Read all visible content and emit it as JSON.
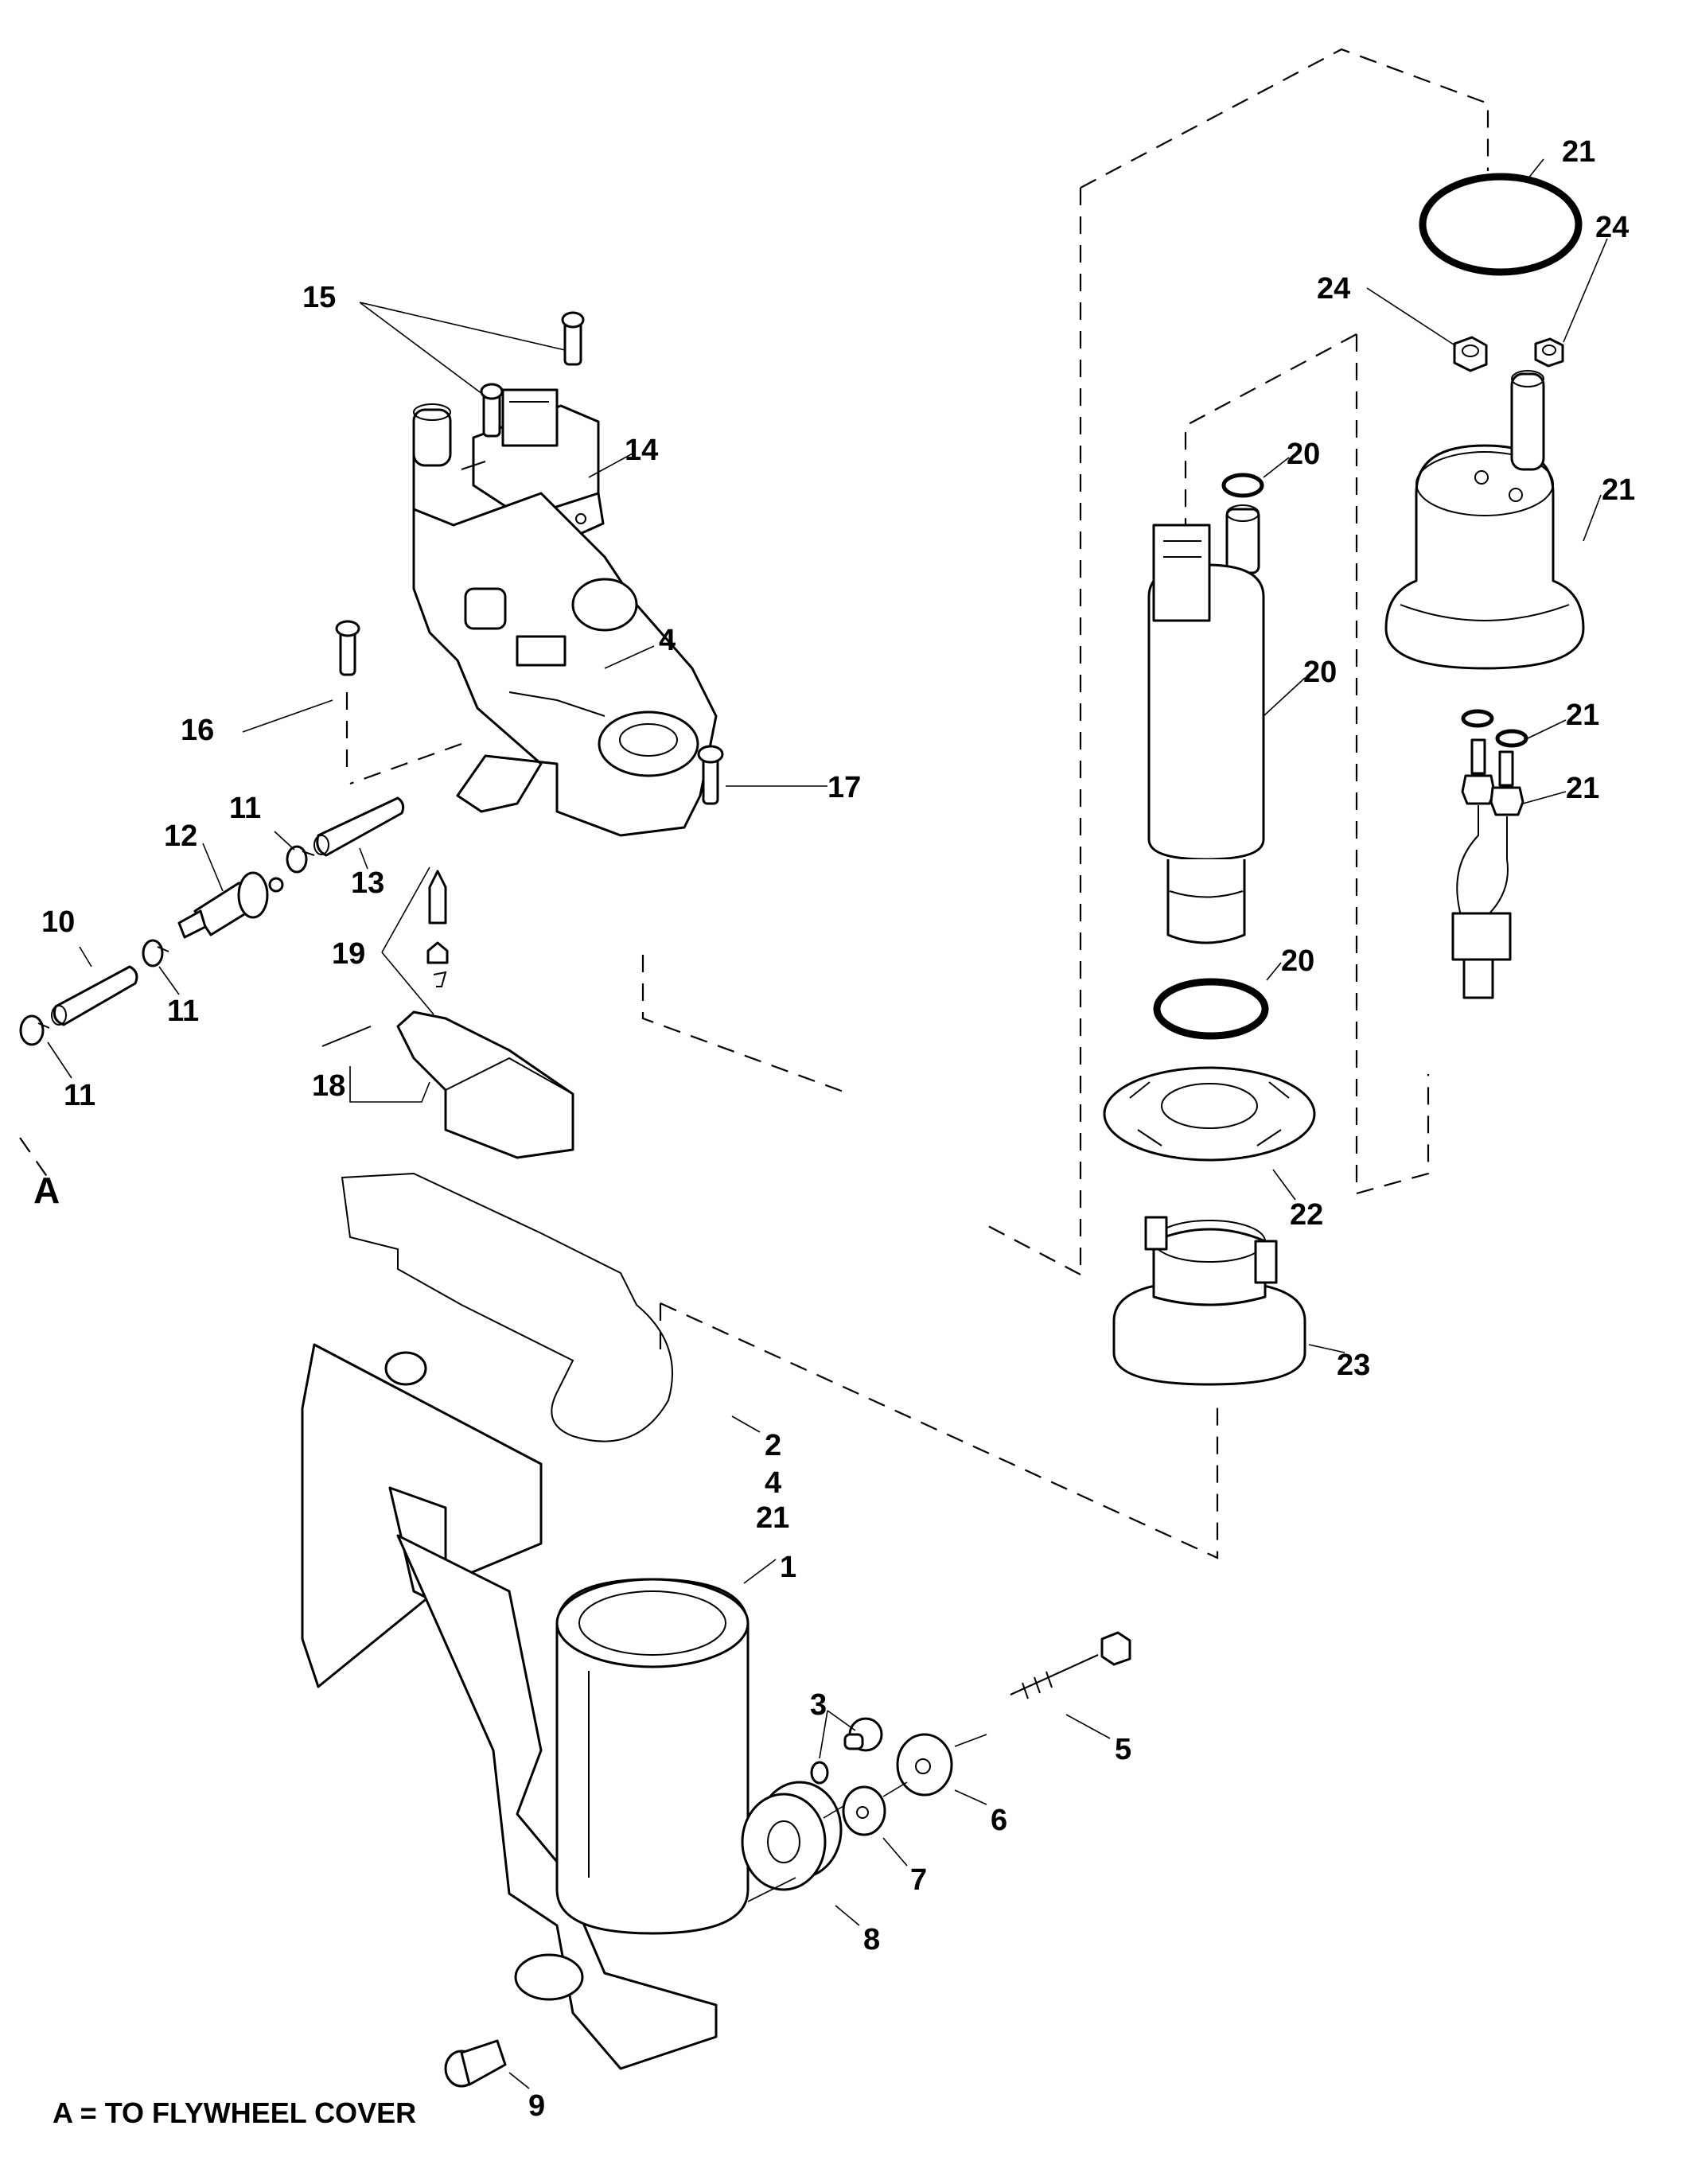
{
  "diagram": {
    "type": "exploded-parts-diagram",
    "subject": "fuel pump / vapor separator assembly",
    "callouts": [
      {
        "id": "c21a",
        "text": "21"
      },
      {
        "id": "c24a",
        "text": "24"
      },
      {
        "id": "c24b",
        "text": "24"
      },
      {
        "id": "c15",
        "text": "15"
      },
      {
        "id": "c14",
        "text": "14"
      },
      {
        "id": "c20a",
        "text": "20"
      },
      {
        "id": "c21b",
        "text": "21"
      },
      {
        "id": "c4",
        "text": "4"
      },
      {
        "id": "c20b",
        "text": "20"
      },
      {
        "id": "c16",
        "text": "16"
      },
      {
        "id": "c21c",
        "text": "21"
      },
      {
        "id": "c21d",
        "text": "21"
      },
      {
        "id": "c17",
        "text": "17"
      },
      {
        "id": "c11a",
        "text": "11"
      },
      {
        "id": "c12",
        "text": "12"
      },
      {
        "id": "c13",
        "text": "13"
      },
      {
        "id": "c10",
        "text": "10"
      },
      {
        "id": "c19",
        "text": "19"
      },
      {
        "id": "c20c",
        "text": "20"
      },
      {
        "id": "c11b",
        "text": "11"
      },
      {
        "id": "c11c",
        "text": "11"
      },
      {
        "id": "c18",
        "text": "18"
      },
      {
        "id": "cA",
        "text": "A"
      },
      {
        "id": "c22",
        "text": "22"
      },
      {
        "id": "c23",
        "text": "23"
      },
      {
        "id": "c2",
        "text": "2"
      },
      {
        "id": "c4b",
        "text": "4"
      },
      {
        "id": "c21e",
        "text": "21"
      },
      {
        "id": "c1",
        "text": "1"
      },
      {
        "id": "c3",
        "text": "3"
      },
      {
        "id": "c5",
        "text": "5"
      },
      {
        "id": "c6",
        "text": "6"
      },
      {
        "id": "c7",
        "text": "7"
      },
      {
        "id": "c8",
        "text": "8"
      },
      {
        "id": "c9",
        "text": "9"
      }
    ],
    "legend_note": "A = TO FLYWHEEL COVER"
  }
}
